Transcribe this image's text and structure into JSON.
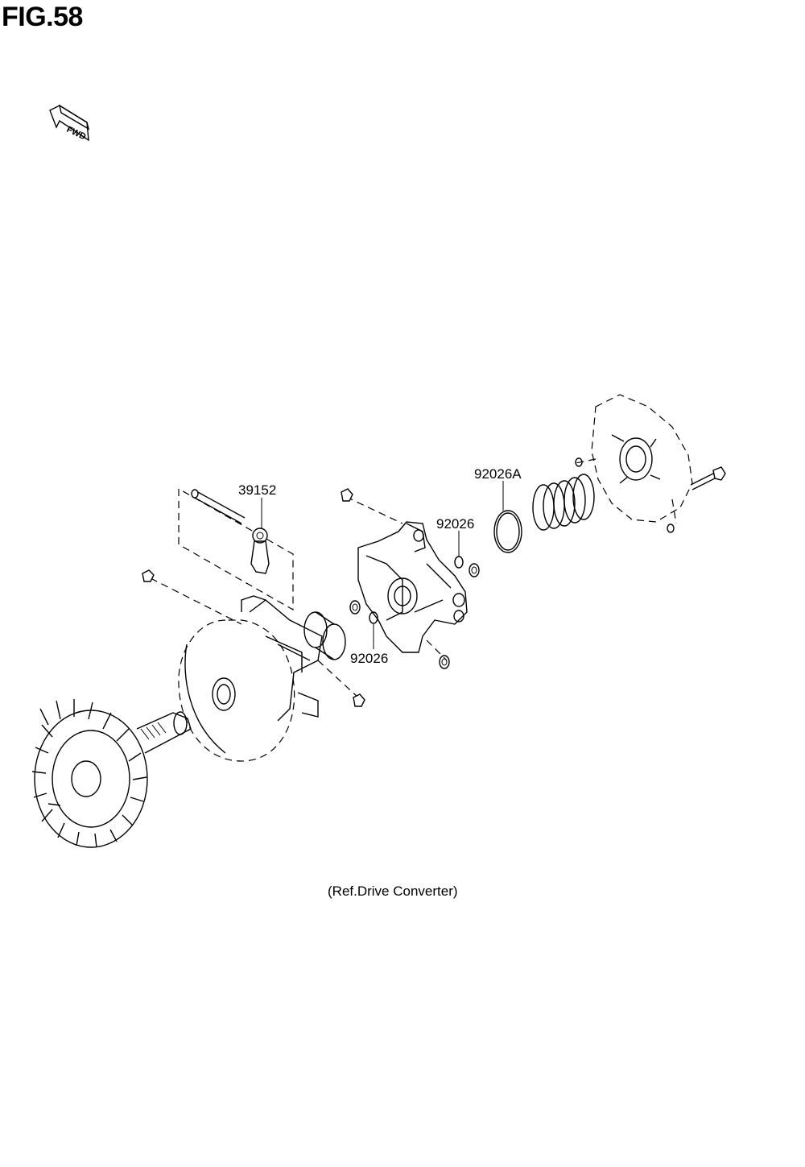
{
  "figure": {
    "title": "FIG.58",
    "fwd_label": "FWD",
    "caption": "(Ref.Drive Converter)"
  },
  "callouts": [
    {
      "id": "39152",
      "label": "39152"
    },
    {
      "id": "92026A",
      "label": "92026A"
    },
    {
      "id": "92026-upper",
      "label": "92026"
    },
    {
      "id": "92026-lower",
      "label": "92026"
    }
  ],
  "icons": {
    "fwd_arrow": "arrow-fwd-icon"
  }
}
